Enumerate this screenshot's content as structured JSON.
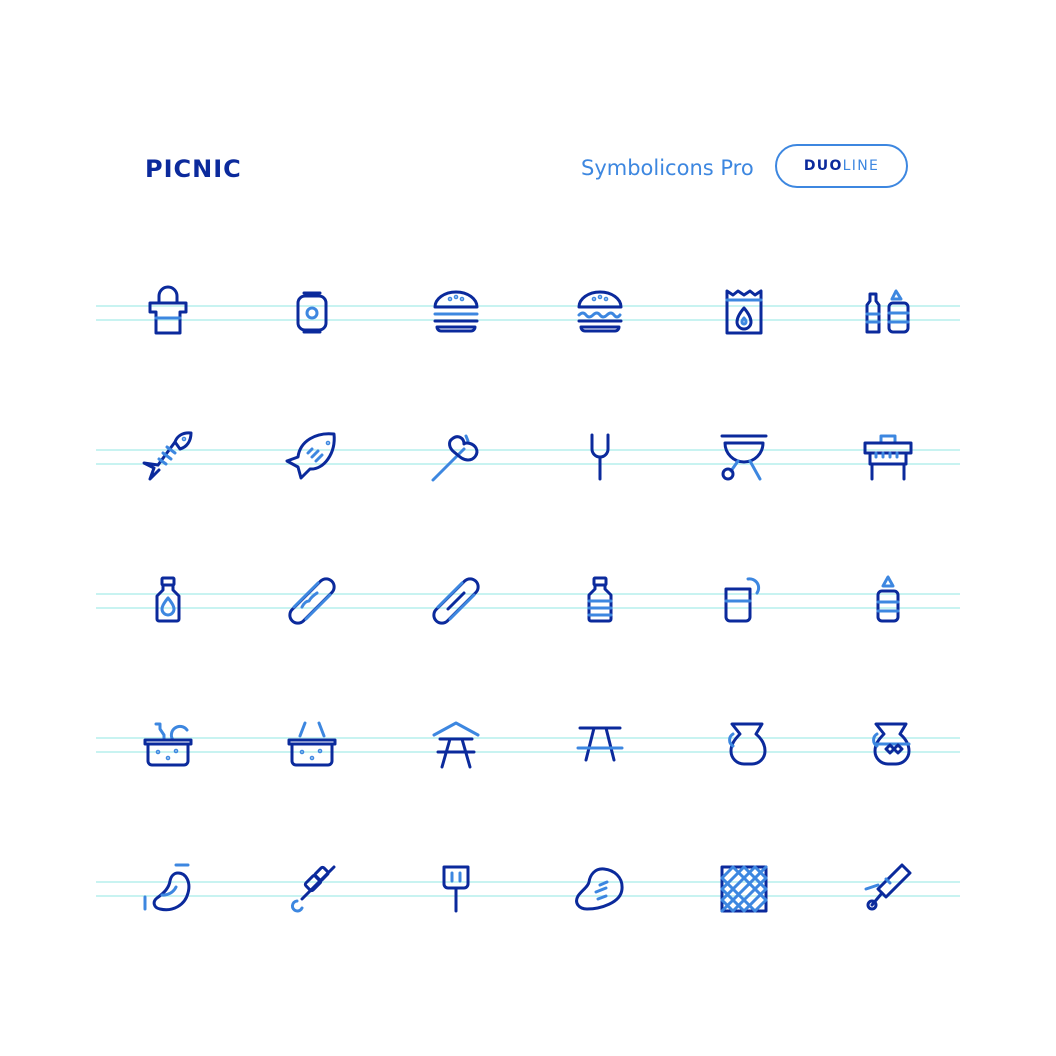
{
  "header": {
    "title": "PICNIC",
    "brand": "Symbolicons Pro",
    "badge_strong": "DUO",
    "badge_light": "LINE"
  },
  "colors": {
    "dark": "#0b2a9c",
    "light": "#3d87e0",
    "guide": "#c8f3f1",
    "background": "#ffffff"
  },
  "icon_rows": [
    [
      "apron-icon",
      "can-icon",
      "burger-icon",
      "burger-lettuce-icon",
      "charcoal-bag-icon",
      "sauce-bottles-icon"
    ],
    [
      "fish-bone-icon",
      "fish-icon",
      "sausage-skewer-icon",
      "grill-fork-icon",
      "kettle-grill-icon",
      "grill-table-icon"
    ],
    [
      "sauce-bottle-icon",
      "hot-dog-icon",
      "hot-dog-mustard-icon",
      "water-bottle-icon",
      "cup-straw-icon",
      "ketchup-bottle-icon"
    ],
    [
      "picnic-basket-full-icon",
      "picnic-basket-icon",
      "picnic-table-umbrella-icon",
      "picnic-table-icon",
      "pitcher-icon",
      "lemonade-pitcher-icon"
    ],
    [
      "sausage-icon",
      "kebab-icon",
      "spatula-icon",
      "steak-icon",
      "grill-grate-icon",
      "tongs-icon"
    ]
  ]
}
